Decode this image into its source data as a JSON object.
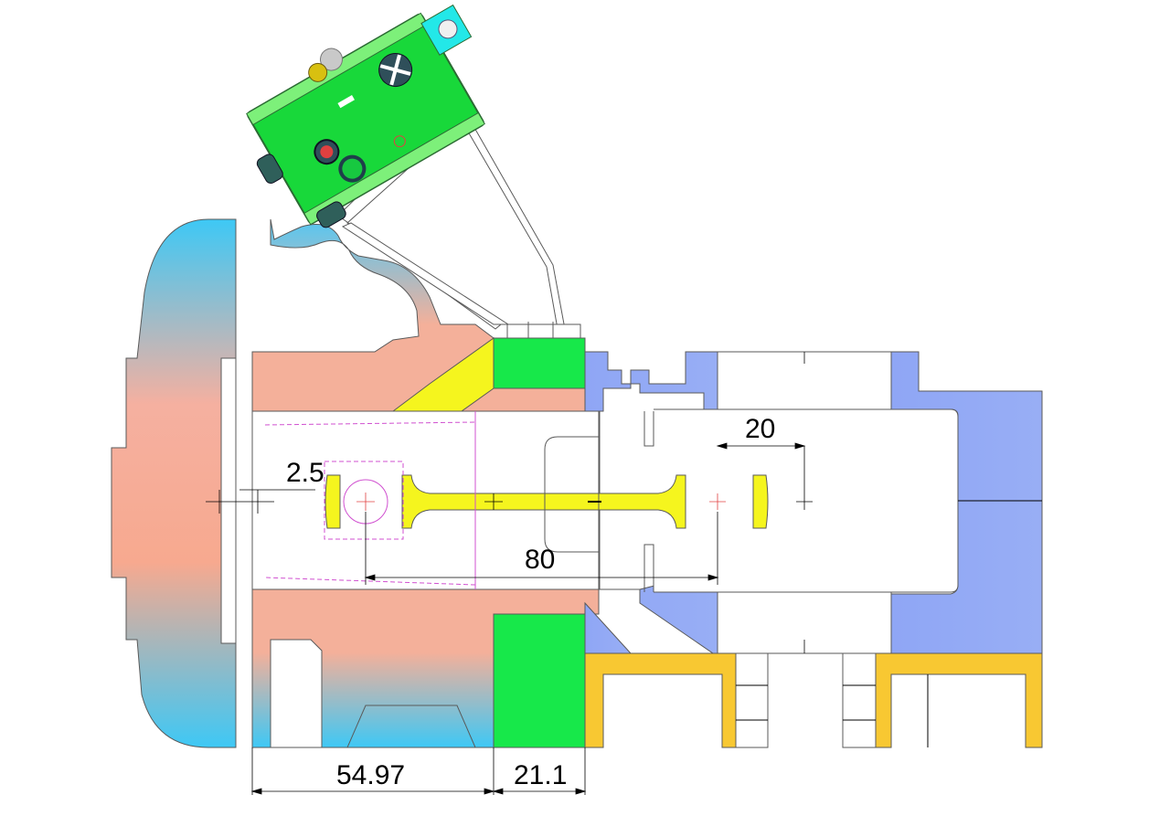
{
  "dimensions": {
    "d_2_5": "2.5",
    "d_20": "20",
    "d_80": "80",
    "d_54_97": "54.97",
    "d_21_1": "21.1"
  },
  "colors": {
    "cap_blue": "#3ec8f5",
    "cap_salmon": "#f7a98f",
    "housing_salmon": "#f4b09a",
    "green": "#17e84a",
    "yellow": "#f5f51e",
    "periwinkle": "#8fa6f5",
    "gold": "#f8c832",
    "cyan": "#23e8e8",
    "magenta_dash": "#d050d0",
    "center_red": "#e04040"
  }
}
